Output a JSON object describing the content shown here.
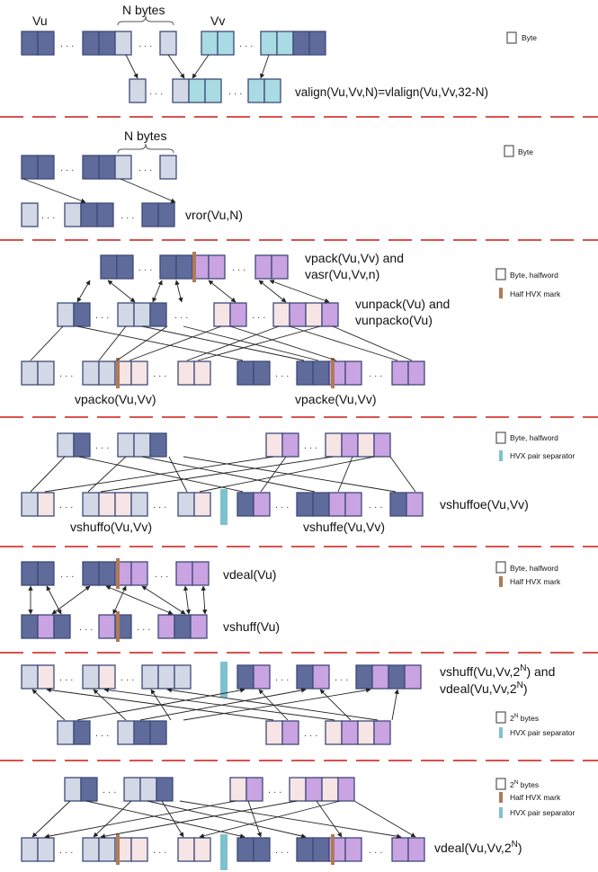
{
  "colors": {
    "dark": "#5f6b9b",
    "light": "#d2d8e6",
    "cyan": "#a9dbe2",
    "purple": "#c9a3e2",
    "pink": "#f7e4e4",
    "border": "#3e4a78",
    "separator": "#7ec2cf",
    "halfmark": "#b07a56",
    "dashed": "#d9524f",
    "arrow": "#222222"
  },
  "icons": {
    "byte_square": "square-outline-icon",
    "half_mark": "brown-bar-icon",
    "separator": "cyan-bar-icon"
  },
  "panels": {
    "valign": {
      "vu_label": "Vu",
      "vv_label": "Vv",
      "nbytes_label": "N bytes",
      "op_label": "valign(Vu,Vv,N)=vlalign(Vu,Vv,32-N)",
      "legend": [
        "Byte"
      ]
    },
    "vror": {
      "nbytes_label": "N bytes",
      "op_label": "vror(Vu,N)",
      "legend": [
        "Byte"
      ]
    },
    "vpack": {
      "label_pack_1": "vpack(Vu,Vv) and",
      "label_pack_2": "vasr(Vu,Vv,n)",
      "label_unpack_1": "vunpack(Vu) and",
      "label_unpack_2": "vunpacko(Vu)",
      "label_packo": "vpacko(Vu,Vv)",
      "label_packe": "vpacke(Vu,Vv)",
      "legend": [
        "Byte, halfword",
        "Half HVX mark"
      ]
    },
    "vshuffoe": {
      "label_shuffoe": "vshuffoe(Vu,Vv)",
      "label_shuffo": "vshuffo(Vu,Vv)",
      "label_shuffe": "vshuffe(Vu,Vv)",
      "legend": [
        "Byte, halfword",
        "HVX pair separator"
      ]
    },
    "vdeal": {
      "label_deal": "vdeal(Vu)",
      "label_shuff": "vshuff(Vu)",
      "legend": [
        "Byte, halfword",
        "Half HVX mark"
      ]
    },
    "vshuff2n": {
      "label_1": "vshuff(Vu,Vv,2",
      "label_1_sup": "N",
      "label_1_end": ") and",
      "label_2": "vdeal(Vu,Vv,2",
      "label_2_sup": "N",
      "label_2_end": ")",
      "legend_base": "2",
      "legend_sup": "N",
      "legend_end": " bytes",
      "legend_sep": "HVX pair separator"
    },
    "vdeal2n": {
      "label": "vdeal(Vu,Vv,2",
      "label_sup": "N",
      "label_end": ")",
      "legend_base": "2",
      "legend_sup": "N",
      "legend_end": " bytes",
      "legend_half": "Half HVX mark",
      "legend_sep": "HVX pair separator"
    }
  },
  "ellipsis": ". . ."
}
